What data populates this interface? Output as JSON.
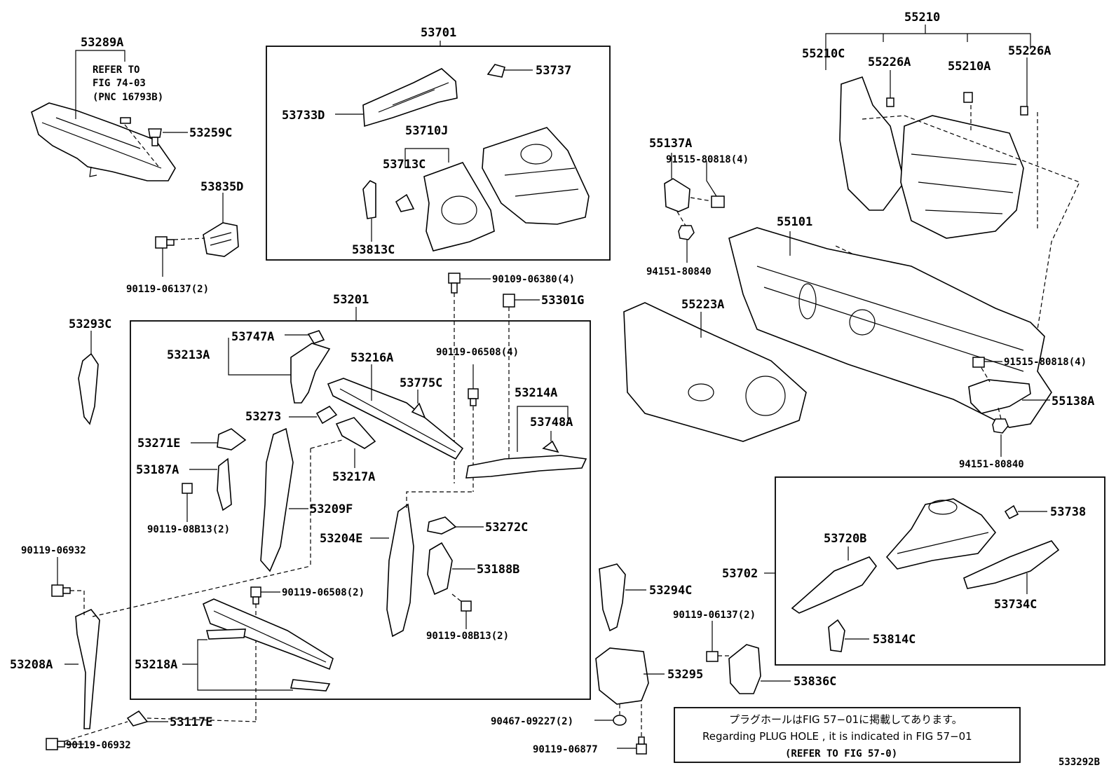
{
  "callouts": {
    "p53289A": "53289A",
    "refer1": "REFER TO",
    "refer2": "FIG 74-03",
    "refer3": "(PNC 16793B)",
    "p53259C": "53259C",
    "p53835D": "53835D",
    "p90119_06137_2": "90119-06137(2)",
    "p53701": "53701",
    "p53737": "53737",
    "p53733D": "53733D",
    "p53710J": "53710J",
    "p53713C": "53713C",
    "p53813C": "53813C",
    "p55210": "55210",
    "p55210C": "55210C",
    "p55226A_1": "55226A",
    "p55210A": "55210A",
    "p55226A_2": "55226A",
    "p55137A": "55137A",
    "p91515_80818_4a": "91515-80818(4)",
    "p94151_80840a": "94151-80840",
    "p55101": "55101",
    "p55223A": "55223A",
    "p91515_80818_4b": "91515-80818(4)",
    "p55138A": "55138A",
    "p94151_80840b": "94151-80840",
    "p90109_06380_4": "90109-06380(4)",
    "p53301G": "53301G",
    "p53201": "53201",
    "p53293C": "53293C",
    "p53747A": "53747A",
    "p53213A": "53213A",
    "p53216A": "53216A",
    "p90119_06508_4": "90119-06508(4)",
    "p53775C": "53775C",
    "p53214A": "53214A",
    "p53273": "53273",
    "p53748A": "53748A",
    "p53271E": "53271E",
    "p53217A": "53217A",
    "p53187A": "53187A",
    "p53209F": "53209F",
    "p90119_08B13_2a": "90119-08B13(2)",
    "p53204E": "53204E",
    "p53272C": "53272C",
    "p53188B": "53188B",
    "p90119_06932a": "90119-06932",
    "p90119_06508_2": "90119-06508(2)",
    "p90119_08B13_2b": "90119-08B13(2)",
    "p53208A": "53208A",
    "p53218A": "53218A",
    "p53117E": "53117E",
    "p90119_06932b": "90119-06932",
    "p53294C": "53294C",
    "p53295": "53295",
    "p90467_09227_2": "90467-09227(2)",
    "p90119_06877": "90119-06877",
    "p53702": "53702",
    "p53720B": "53720B",
    "p53738": "53738",
    "p53734C": "53734C",
    "p90119_06137_2b": "90119-06137(2)",
    "p53814C": "53814C",
    "p53836C": "53836C"
  },
  "note": {
    "line1": "プラグホールはFIG 57−01に掲載してあります。",
    "line2": "Regarding  PLUG  HOLE , it is indicated in FIG  57−01",
    "line3": "(REFER TO FIG 57-0)"
  },
  "figure_id": "533292B"
}
